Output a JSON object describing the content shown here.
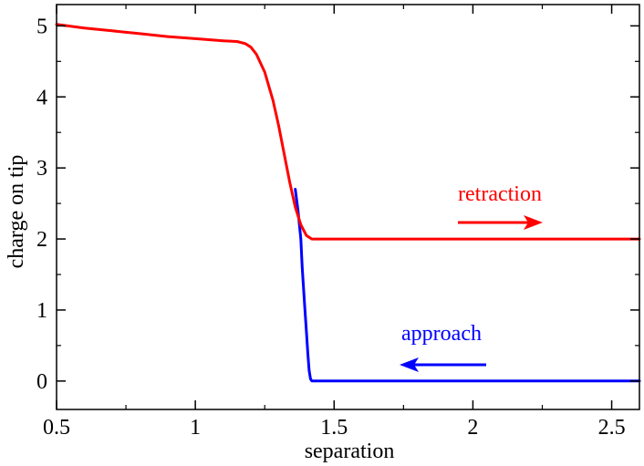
{
  "chart_data": {
    "type": "line",
    "xlabel": "separation",
    "ylabel": "charge on tip",
    "xlim": [
      0.5,
      2.6
    ],
    "ylim": [
      -0.4,
      5.3
    ],
    "x_ticks": [
      0.5,
      1,
      1.5,
      2,
      2.5
    ],
    "x_tick_labels": [
      "0.5",
      "1",
      "1.5",
      "2",
      "2.5"
    ],
    "y_ticks": [
      0,
      1,
      2,
      3,
      4,
      5
    ],
    "y_tick_labels": [
      "0",
      "1",
      "2",
      "3",
      "4",
      "5"
    ],
    "grid": false,
    "legend": "none",
    "series": [
      {
        "name": "retraction",
        "color": "#ff0000",
        "x": [
          0.5,
          0.6,
          0.7,
          0.8,
          0.9,
          1.0,
          1.1,
          1.15,
          1.18,
          1.2,
          1.22,
          1.25,
          1.28,
          1.3,
          1.32,
          1.34,
          1.36,
          1.38,
          1.4,
          1.42,
          2.0,
          2.6
        ],
        "y": [
          5.02,
          4.97,
          4.93,
          4.89,
          4.85,
          4.82,
          4.79,
          4.78,
          4.75,
          4.7,
          4.6,
          4.35,
          3.95,
          3.6,
          3.2,
          2.8,
          2.45,
          2.2,
          2.05,
          2.0,
          2.0,
          2.0
        ]
      },
      {
        "name": "approach",
        "color": "#0000ff",
        "x": [
          1.36,
          1.37,
          1.38,
          1.385,
          1.39,
          1.395,
          1.4,
          1.405,
          1.41,
          1.415,
          1.42,
          2.0,
          2.6
        ],
        "y": [
          2.7,
          2.4,
          2.0,
          1.6,
          1.3,
          1.0,
          0.7,
          0.4,
          0.15,
          0.03,
          0.0,
          0.0,
          0.0
        ]
      }
    ],
    "annotations": [
      {
        "text": "retraction",
        "color": "#ff0000",
        "arrow": "right"
      },
      {
        "text": "approach",
        "color": "#0000ff",
        "arrow": "left"
      }
    ]
  }
}
